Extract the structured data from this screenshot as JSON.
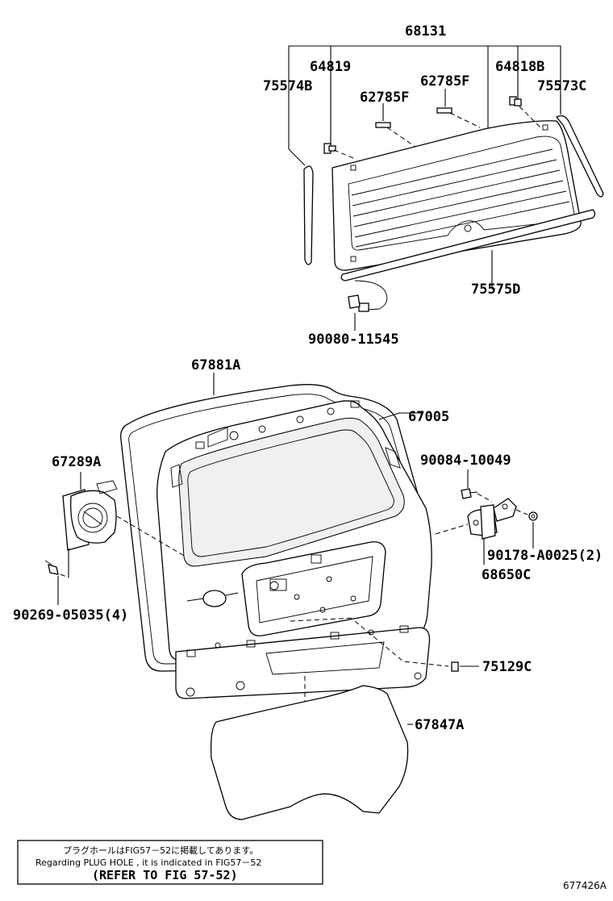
{
  "labels": {
    "p68131": "68131",
    "p64819": "64819",
    "p64818B": "64818B",
    "p75574B": "75574B",
    "p62785F_left": "62785F",
    "p62785F_right": "62785F",
    "p75573C": "75573C",
    "p75575D": "75575D",
    "p90080": "90080-11545",
    "p67881A": "67881A",
    "p67005": "67005",
    "p67289A": "67289A",
    "p90084": "90084-10049",
    "p90178": "90178-A0025(2)",
    "p68650C": "68650C",
    "p90269": "90269-05035(4)",
    "p75129C": "75129C",
    "p67847A": "67847A"
  },
  "note": {
    "line_jp": "プラグホールはFIG57－52に掲載してあります。",
    "line_en": "Regarding PLUG HOLE , it is indicated in FIG57－52",
    "line_ref": "(REFER TO FIG 57-52)"
  },
  "figure_id": "677426A"
}
